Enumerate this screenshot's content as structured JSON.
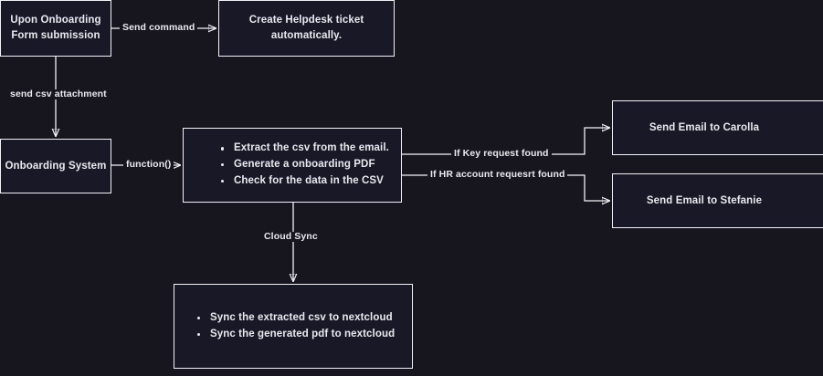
{
  "diagram": {
    "title": "Onboarding Automation Flowchart",
    "background_color": "#17161f",
    "node_fill_color": "#191826",
    "stroke_color": "#f2f2f6",
    "text_color": "#e9e9ee"
  },
  "nodes": {
    "onboarding_form": {
      "line1": "Upon Onboarding",
      "line2": "Form submission"
    },
    "helpdesk_ticket": {
      "line1": "Create Helpdesk ticket",
      "line2": "automatically."
    },
    "onboarding_system": {
      "label": "Onboarding System"
    },
    "process_csv": {
      "bullets": [
        "Extract the csv from the email.",
        "Generate a onboarding PDF",
        "Check for the data in the CSV"
      ]
    },
    "email_carolla": {
      "label": "Send Email to Carolla"
    },
    "email_stefanie": {
      "label": "Send Email to Stefanie"
    },
    "cloud_sync_actions": {
      "bullets": [
        "Sync the extracted csv to nextcloud",
        "Sync the generated pdf to nextcloud"
      ]
    }
  },
  "edges": {
    "send_command": "Send command",
    "send_csv_attachment": "send csv attachment",
    "function_call": "function()",
    "key_request": "If Key request found",
    "hr_account_request": "If HR account requesrt found",
    "cloud_sync": "Cloud Sync"
  }
}
